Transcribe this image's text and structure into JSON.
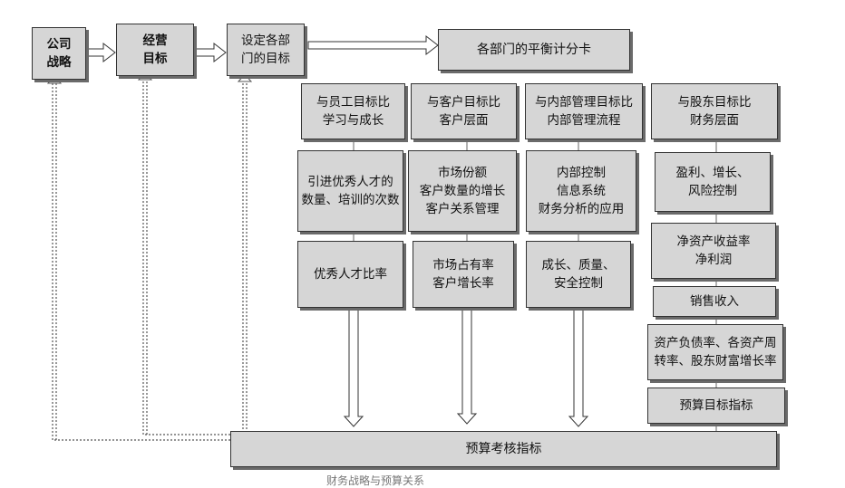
{
  "top": {
    "strategy": "公司\n战略",
    "business_goal": "经营\n目标",
    "dept_goal": "设定各部\n门的目标",
    "bsc": "各部门的平衡计分卡"
  },
  "columns": [
    {
      "header": "与员工目标比\n学习与成长",
      "items": [
        "引进优秀人才的\n数量、培训的次数",
        "优秀人才比率"
      ]
    },
    {
      "header": "与客户目标比\n客户层面",
      "items": [
        "市场份额\n客户数量的增长\n客户关系管理",
        "市场占有率\n客户增长率"
      ]
    },
    {
      "header": "与内部管理目标比\n内部管理流程",
      "items": [
        "内部控制\n信息系统\n财务分析的应用",
        "成长、质量、\n安全控制"
      ]
    },
    {
      "header": "与股东目标比\n财务层面",
      "items": [
        "盈利、增长、\n风险控制",
        "净资产收益率\n净利润",
        "销售收入",
        "资产负债率、各资产周\n转率、股东财富增长率",
        "预算目标指标"
      ]
    }
  ],
  "bottom": "预算考核指标",
  "caption": "财务战略与预算关系"
}
